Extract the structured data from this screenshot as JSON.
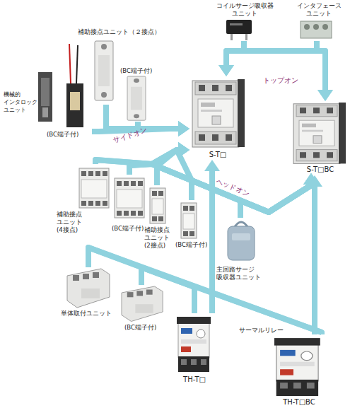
{
  "diagram": {
    "nodes": [
      {
        "text": [
          "コイルサージ吸収器 ユニット"
        ]
      },
      {
        "text": [
          "インタフェース ユニット"
        ]
      },
      {
        "text": [
          "機械的 インタロック ユニット"
        ]
      },
      {
        "text": [
          "(BC端子付)"
        ]
      },
      {
        "text": [
          "補助接点ユニット（２接点）"
        ]
      },
      {
        "text": [
          "(BC端子付)"
        ]
      },
      {
        "text": [
          "S-T□"
        ]
      },
      {
        "text": [
          "S-T□BC"
        ]
      },
      {
        "text": [
          "補助接点 ユニット (4接点)"
        ]
      },
      {
        "text": [
          "(BC端子付)"
        ]
      },
      {
        "text": [
          "補助接点 ユニット (2接点)"
        ]
      },
      {
        "text": [
          "(BC端子付)"
        ]
      },
      {
        "text": [
          "主回路サージ 吸収器ユニット"
        ]
      },
      {
        "text": [
          "単体取付ユニット"
        ]
      },
      {
        "text": [
          "(BC端子付)"
        ]
      },
      {
        "text": [
          "TH-T□"
        ]
      },
      {
        "text": [
          "TH-T□BC"
        ]
      }
    ],
    "edges": [
      {
        "from": 0,
        "to": 6,
        "arrow": "to"
      },
      {
        "from": 0,
        "to": 7,
        "arrow": "to"
      },
      {
        "from": 1,
        "to": 6,
        "arrow": "to"
      },
      {
        "from": 1,
        "to": 7,
        "arrow": "to"
      },
      {
        "from": 3,
        "to": 6,
        "arrow": "to"
      },
      {
        "from": 4,
        "to": 6,
        "arrow": "to"
      },
      {
        "from": 5,
        "to": 6,
        "arrow": "to"
      },
      {
        "from": 8,
        "to": 6,
        "arrow": "to"
      },
      {
        "from": 8,
        "to": 7,
        "arrow": "to"
      },
      {
        "from": 9,
        "to": 6,
        "arrow": "to"
      },
      {
        "from": 9,
        "to": 7,
        "arrow": "to"
      },
      {
        "from": 10,
        "to": 6,
        "arrow": "to"
      },
      {
        "from": 10,
        "to": 7,
        "arrow": "to"
      },
      {
        "from": 11,
        "to": 6,
        "arrow": "to"
      },
      {
        "from": 11,
        "to": 7,
        "arrow": "to"
      },
      {
        "from": 12,
        "to": 6,
        "arrow": "to"
      },
      {
        "from": 12,
        "to": 7,
        "arrow": "to"
      },
      {
        "from": 15,
        "to": 6,
        "arrow": "to"
      },
      {
        "from": 16,
        "to": 7,
        "arrow": "to"
      },
      {
        "from": 13,
        "to": 15,
        "arrow": "none"
      },
      {
        "from": 13,
        "to": 16,
        "arrow": "none"
      },
      {
        "from": 14,
        "to": 15,
        "arrow": "none"
      },
      {
        "from": 14,
        "to": 16,
        "arrow": "none"
      }
    ],
    "labels": [
      "トップオン",
      "サイドオン",
      "ヘッドオン",
      "サーマルリレー"
    ]
  }
}
